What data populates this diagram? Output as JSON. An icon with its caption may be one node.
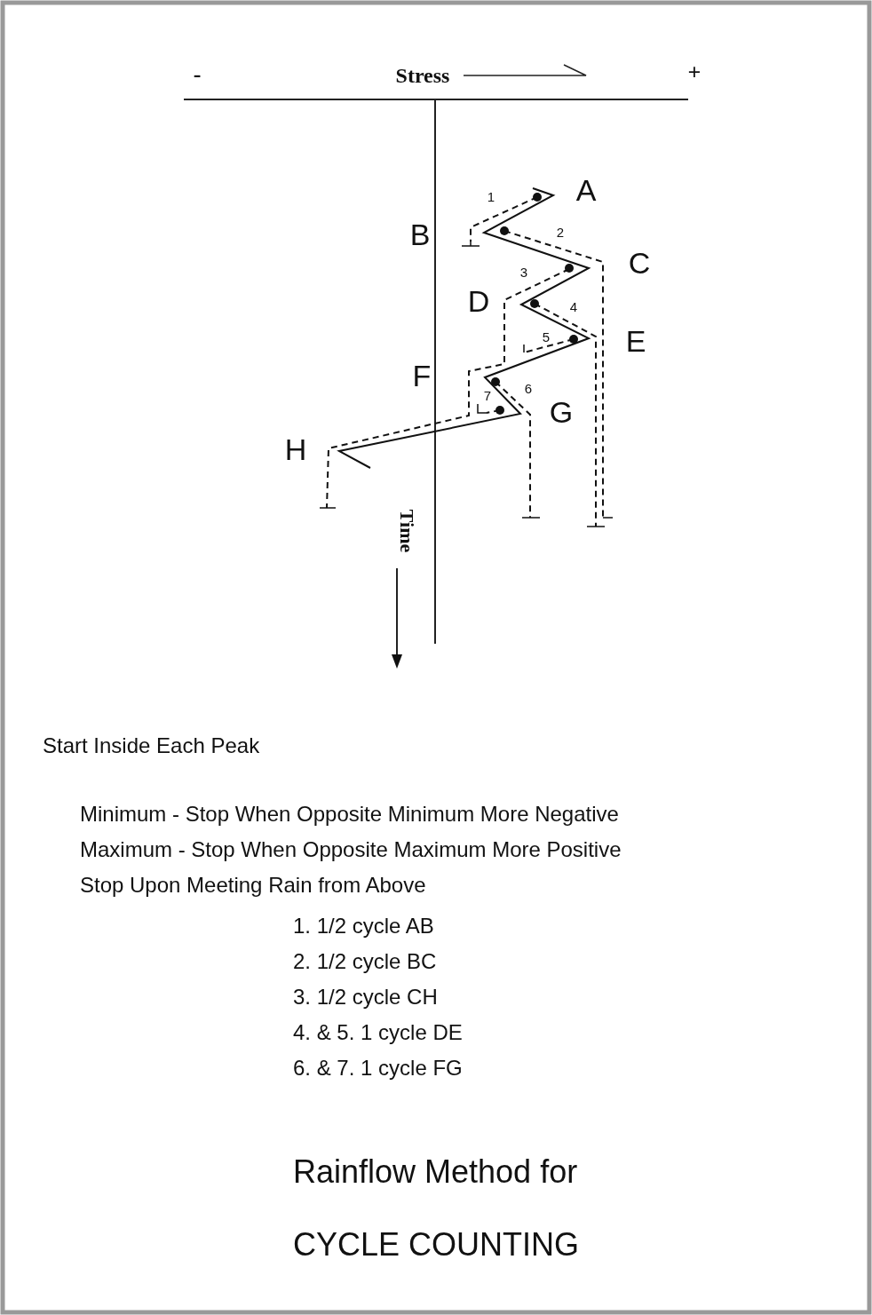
{
  "diagram": {
    "labels": [
      "-",
      "Stress",
      "+",
      "A",
      "1",
      "B",
      "2",
      "C",
      "3",
      "D",
      "4",
      "E",
      "5",
      "F",
      "7",
      "6",
      "G",
      "H",
      "Time",
      "Start Inside Each Peak",
      "Minimum - Stop When Opposite Minimum More Negative",
      "Maximum - Stop When Opposite Maximum More Positive",
      "Stop Upon Meeting Rain from Above",
      "1. 1/2 cycle AB",
      "2. 1/2 cycle BC",
      "3. 1/2 cycle CH",
      "4. & 5. 1 cycle DE",
      "6. & 7. 1 cycle FG",
      "Rainflow Method for",
      "CYCLE COUNTING"
    ]
  }
}
